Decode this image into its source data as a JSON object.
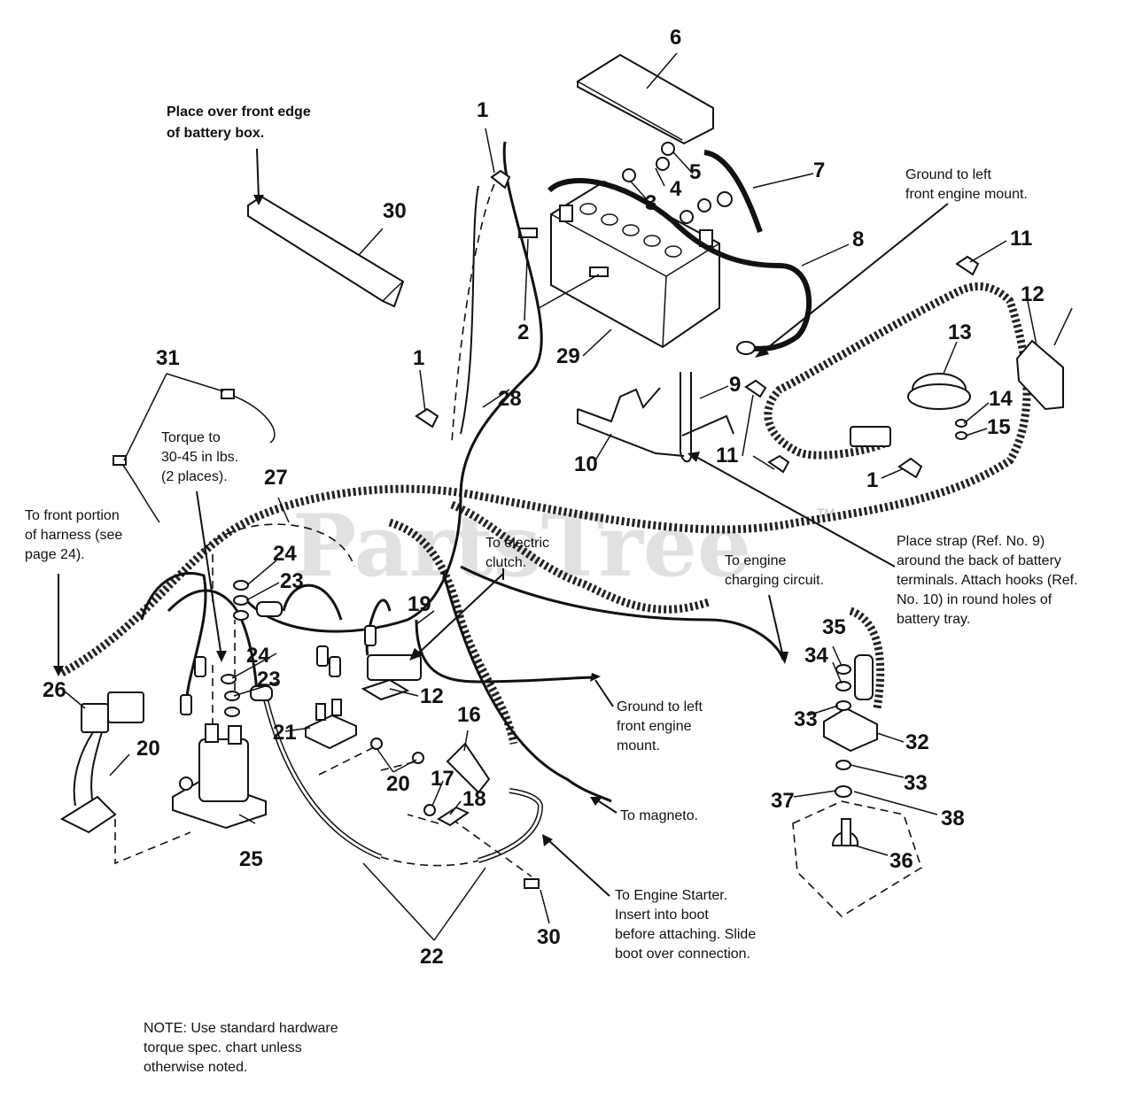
{
  "watermark": {
    "text": "PartsTree",
    "trademark": "TM"
  },
  "callouts": [
    {
      "id": "c1",
      "label": "1"
    },
    {
      "id": "c1b",
      "label": "1"
    },
    {
      "id": "c1c",
      "label": "1"
    },
    {
      "id": "c2",
      "label": "2"
    },
    {
      "id": "c3",
      "label": "3"
    },
    {
      "id": "c4",
      "label": "4"
    },
    {
      "id": "c5",
      "label": "5"
    },
    {
      "id": "c6",
      "label": "6"
    },
    {
      "id": "c7",
      "label": "7"
    },
    {
      "id": "c8",
      "label": "8"
    },
    {
      "id": "c9",
      "label": "9"
    },
    {
      "id": "c10",
      "label": "10"
    },
    {
      "id": "c11",
      "label": "11"
    },
    {
      "id": "c11b",
      "label": "11"
    },
    {
      "id": "c12",
      "label": "12"
    },
    {
      "id": "c12b",
      "label": "12"
    },
    {
      "id": "c13",
      "label": "13"
    },
    {
      "id": "c14",
      "label": "14"
    },
    {
      "id": "c15",
      "label": "15"
    },
    {
      "id": "c16",
      "label": "16"
    },
    {
      "id": "c17",
      "label": "17"
    },
    {
      "id": "c18",
      "label": "18"
    },
    {
      "id": "c19",
      "label": "19"
    },
    {
      "id": "c20",
      "label": "20"
    },
    {
      "id": "c20b",
      "label": "20"
    },
    {
      "id": "c21",
      "label": "21"
    },
    {
      "id": "c22",
      "label": "22"
    },
    {
      "id": "c23",
      "label": "23"
    },
    {
      "id": "c23b",
      "label": "23"
    },
    {
      "id": "c24",
      "label": "24"
    },
    {
      "id": "c24b",
      "label": "24"
    },
    {
      "id": "c25",
      "label": "25"
    },
    {
      "id": "c26",
      "label": "26"
    },
    {
      "id": "c27",
      "label": "27"
    },
    {
      "id": "c28",
      "label": "28"
    },
    {
      "id": "c29",
      "label": "29"
    },
    {
      "id": "c30",
      "label": "30"
    },
    {
      "id": "c30b",
      "label": "30"
    },
    {
      "id": "c31",
      "label": "31"
    },
    {
      "id": "c32",
      "label": "32"
    },
    {
      "id": "c33",
      "label": "33"
    },
    {
      "id": "c33b",
      "label": "33"
    },
    {
      "id": "c34",
      "label": "34"
    },
    {
      "id": "c35",
      "label": "35"
    },
    {
      "id": "c36",
      "label": "36"
    },
    {
      "id": "c37",
      "label": "37"
    },
    {
      "id": "c38",
      "label": "38"
    }
  ],
  "notes": {
    "place_over": [
      "Place over front edge",
      "of battery box."
    ],
    "ground_top": [
      "Ground to left",
      "front engine mount."
    ],
    "torque": [
      "Torque to",
      "30-45 in lbs.",
      "(2 places)."
    ],
    "front_portion": [
      "To front portion",
      "of harness (see",
      "page 24)."
    ],
    "electric_clutch": [
      "To electric",
      "clutch."
    ],
    "charging": [
      "To engine",
      "charging circuit."
    ],
    "place_strap": [
      "Place strap (Ref. No. 9)",
      "around the back of battery",
      "terminals. Attach hooks (Ref.",
      "No. 10) in round holes of",
      "battery tray."
    ],
    "ground_mid": [
      "Ground to left",
      "front engine",
      "mount."
    ],
    "magneto": [
      "To magneto."
    ],
    "engine_starter": [
      "To Engine Starter.",
      "Insert into boot",
      "before attaching. Slide",
      "boot over connection."
    ],
    "hardware": [
      "NOTE: Use standard hardware",
      "torque spec. chart unless",
      "otherwise noted."
    ]
  }
}
